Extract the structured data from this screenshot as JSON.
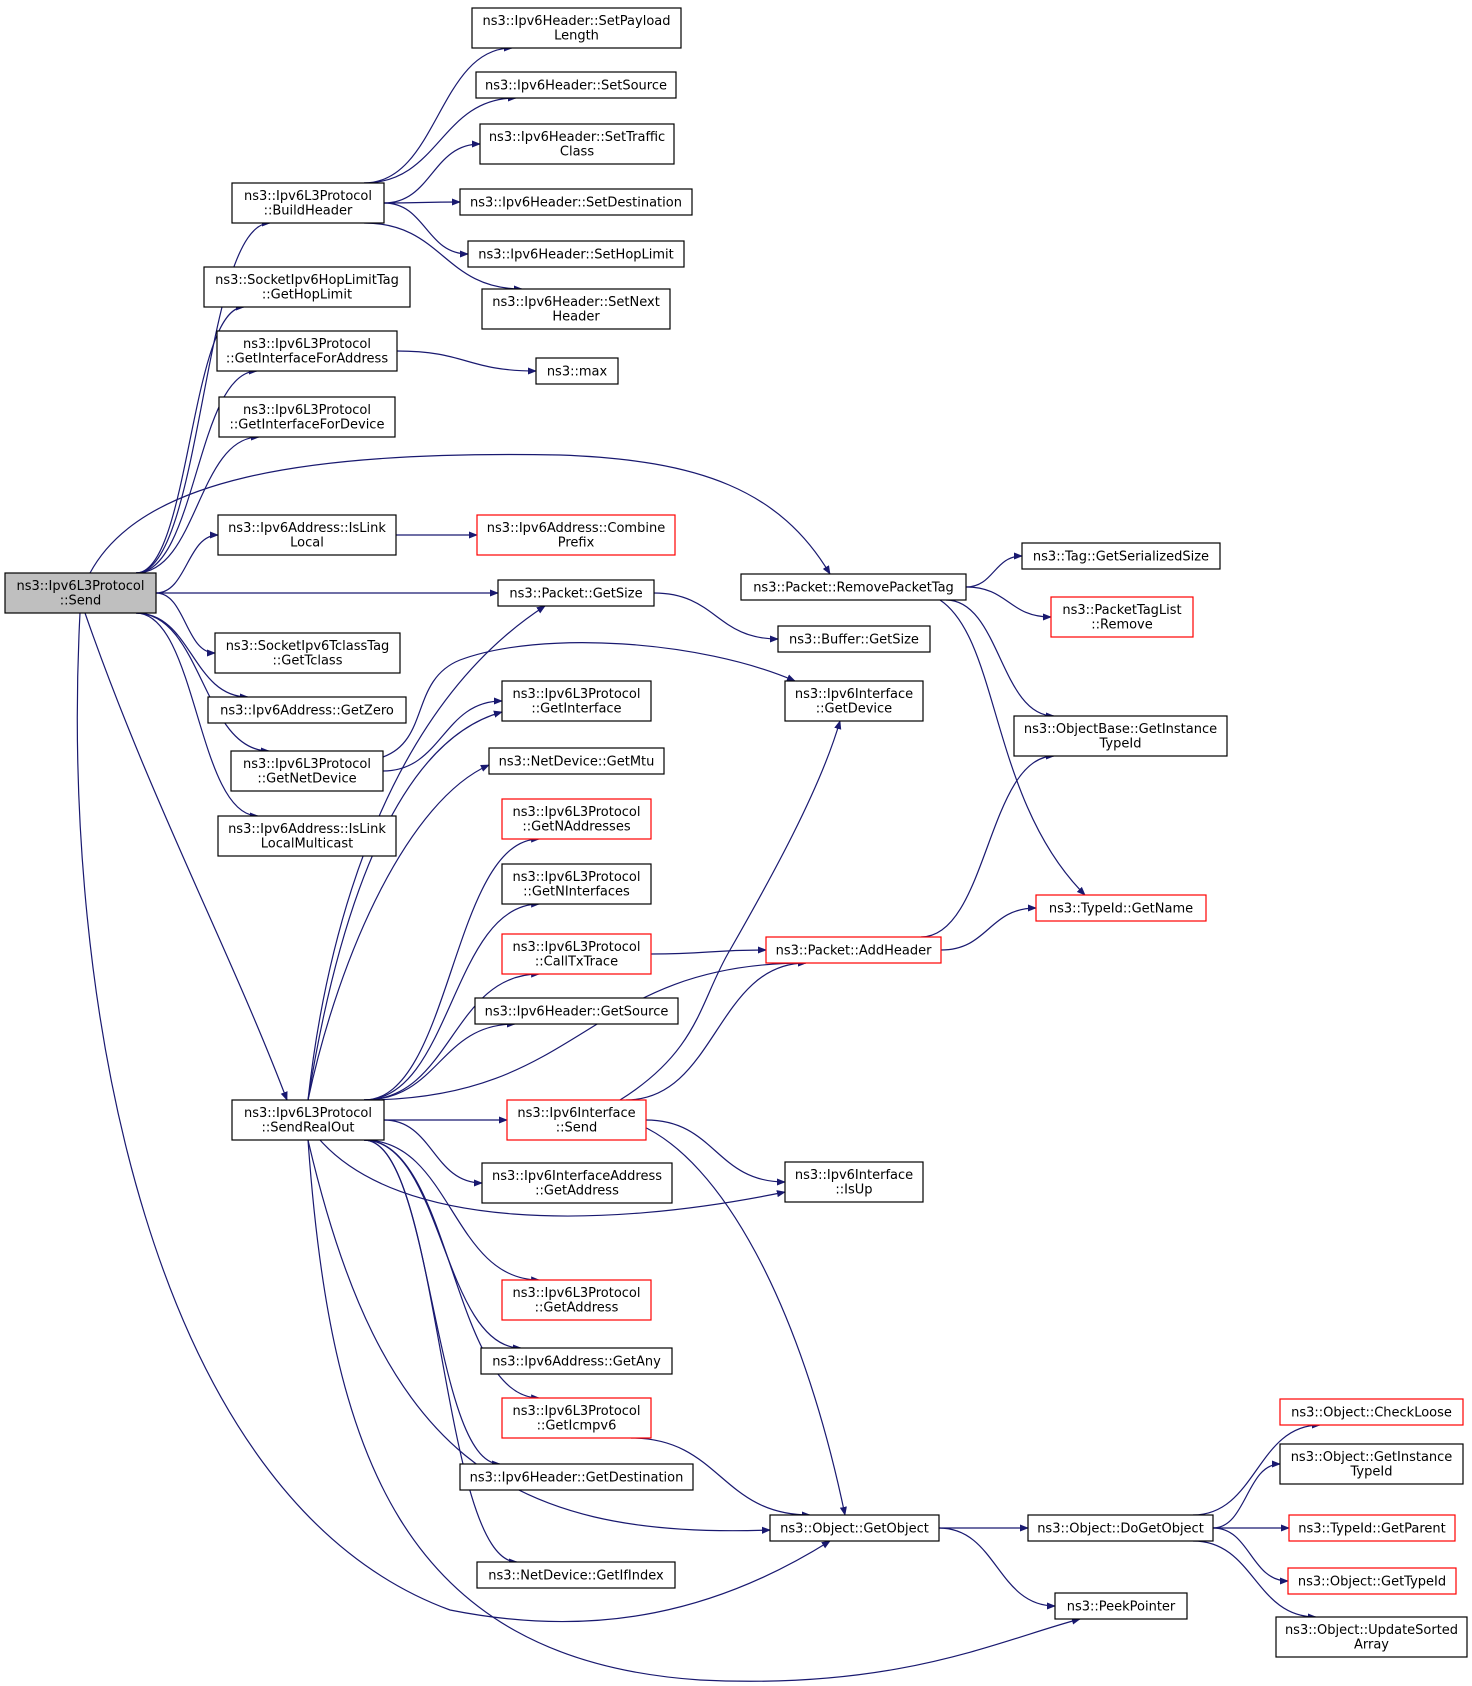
{
  "colors": {
    "edge": "#191970",
    "node_border": "#000000",
    "node_border_red": "#ff0000",
    "root_fill": "#bfbfbf",
    "node_fill": "#ffffff"
  },
  "nodes": [
    {
      "id": "send",
      "lines": [
        "ns3::Ipv6L3Protocol",
        "::Send"
      ],
      "style": "root"
    },
    {
      "id": "buildheader",
      "lines": [
        "ns3::Ipv6L3Protocol",
        "::BuildHeader"
      ],
      "style": "black"
    },
    {
      "id": "gethoplimit",
      "lines": [
        "ns3::SocketIpv6HopLimitTag",
        "::GetHopLimit"
      ],
      "style": "black"
    },
    {
      "id": "getifaddr",
      "lines": [
        "ns3::Ipv6L3Protocol",
        "::GetInterfaceForAddress"
      ],
      "style": "black"
    },
    {
      "id": "getifdev",
      "lines": [
        "ns3::Ipv6L3Protocol",
        "::GetInterfaceForDevice"
      ],
      "style": "black"
    },
    {
      "id": "islinklocal",
      "lines": [
        "ns3::Ipv6Address::IsLink",
        "Local"
      ],
      "style": "black"
    },
    {
      "id": "gettclass",
      "lines": [
        "ns3::SocketIpv6TclassTag",
        "::GetTclass"
      ],
      "style": "black"
    },
    {
      "id": "getzero",
      "lines": [
        "ns3::Ipv6Address::GetZero"
      ],
      "style": "black"
    },
    {
      "id": "getnetdevice",
      "lines": [
        "ns3::Ipv6L3Protocol",
        "::GetNetDevice"
      ],
      "style": "black"
    },
    {
      "id": "islinklocalmc",
      "lines": [
        "ns3::Ipv6Address::IsLink",
        "LocalMulticast"
      ],
      "style": "black"
    },
    {
      "id": "sendrealout",
      "lines": [
        "ns3::Ipv6L3Protocol",
        "::SendRealOut"
      ],
      "style": "black"
    },
    {
      "id": "setpayload",
      "lines": [
        "ns3::Ipv6Header::SetPayload",
        "Length"
      ],
      "style": "black"
    },
    {
      "id": "setsource",
      "lines": [
        "ns3::Ipv6Header::SetSource"
      ],
      "style": "black"
    },
    {
      "id": "settraffic",
      "lines": [
        "ns3::Ipv6Header::SetTraffic",
        "Class"
      ],
      "style": "black"
    },
    {
      "id": "setdest",
      "lines": [
        "ns3::Ipv6Header::SetDestination"
      ],
      "style": "black"
    },
    {
      "id": "sethoplimit",
      "lines": [
        "ns3::Ipv6Header::SetHopLimit"
      ],
      "style": "black"
    },
    {
      "id": "setnext",
      "lines": [
        "ns3::Ipv6Header::SetNext",
        "Header"
      ],
      "style": "black"
    },
    {
      "id": "max",
      "lines": [
        "ns3::max"
      ],
      "style": "black"
    },
    {
      "id": "combineprefix",
      "lines": [
        "ns3::Ipv6Address::Combine",
        "Prefix"
      ],
      "style": "red"
    },
    {
      "id": "getsize",
      "lines": [
        "ns3::Packet::GetSize"
      ],
      "style": "black"
    },
    {
      "id": "getinterface",
      "lines": [
        "ns3::Ipv6L3Protocol",
        "::GetInterface"
      ],
      "style": "black"
    },
    {
      "id": "getmtu",
      "lines": [
        "ns3::NetDevice::GetMtu"
      ],
      "style": "black"
    },
    {
      "id": "getnaddr",
      "lines": [
        "ns3::Ipv6L3Protocol",
        "::GetNAddresses"
      ],
      "style": "red"
    },
    {
      "id": "getnif",
      "lines": [
        "ns3::Ipv6L3Protocol",
        "::GetNInterfaces"
      ],
      "style": "black"
    },
    {
      "id": "calltxtrace",
      "lines": [
        "ns3::Ipv6L3Protocol",
        "::CallTxTrace"
      ],
      "style": "red"
    },
    {
      "id": "getsource",
      "lines": [
        "ns3::Ipv6Header::GetSource"
      ],
      "style": "black"
    },
    {
      "id": "ifsend",
      "lines": [
        "ns3::Ipv6Interface",
        "::Send"
      ],
      "style": "red"
    },
    {
      "id": "ifaddrget",
      "lines": [
        "ns3::Ipv6InterfaceAddress",
        "::GetAddress"
      ],
      "style": "black"
    },
    {
      "id": "getaddress",
      "lines": [
        "ns3::Ipv6L3Protocol",
        "::GetAddress"
      ],
      "style": "red"
    },
    {
      "id": "getany",
      "lines": [
        "ns3::Ipv6Address::GetAny"
      ],
      "style": "black"
    },
    {
      "id": "geticmpv6",
      "lines": [
        "ns3::Ipv6L3Protocol",
        "::GetIcmpv6"
      ],
      "style": "red"
    },
    {
      "id": "getdestination",
      "lines": [
        "ns3::Ipv6Header::GetDestination"
      ],
      "style": "black"
    },
    {
      "id": "getifindex",
      "lines": [
        "ns3::NetDevice::GetIfIndex"
      ],
      "style": "black"
    },
    {
      "id": "removetag",
      "lines": [
        "ns3::Packet::RemovePacketTag"
      ],
      "style": "black"
    },
    {
      "id": "buffergetsize",
      "lines": [
        "ns3::Buffer::GetSize"
      ],
      "style": "black"
    },
    {
      "id": "ifgetdevice",
      "lines": [
        "ns3::Ipv6Interface",
        "::GetDevice"
      ],
      "style": "black"
    },
    {
      "id": "addheader",
      "lines": [
        "ns3::Packet::AddHeader"
      ],
      "style": "red"
    },
    {
      "id": "isup",
      "lines": [
        "ns3::Ipv6Interface",
        "::IsUp"
      ],
      "style": "black"
    },
    {
      "id": "getobject",
      "lines": [
        "ns3::Object::GetObject"
      ],
      "style": "black"
    },
    {
      "id": "tagsersize",
      "lines": [
        "ns3::Tag::GetSerializedSize"
      ],
      "style": "black"
    },
    {
      "id": "taglistremove",
      "lines": [
        "ns3::PacketTagList",
        "::Remove"
      ],
      "style": "red"
    },
    {
      "id": "objbasegetinst",
      "lines": [
        "ns3::ObjectBase::GetInstance",
        "TypeId"
      ],
      "style": "black"
    },
    {
      "id": "typeidgetname",
      "lines": [
        "ns3::TypeId::GetName"
      ],
      "style": "red"
    },
    {
      "id": "dogetobject",
      "lines": [
        "ns3::Object::DoGetObject"
      ],
      "style": "black"
    },
    {
      "id": "peekpointer",
      "lines": [
        "ns3::PeekPointer"
      ],
      "style": "black"
    },
    {
      "id": "checkloose",
      "lines": [
        "ns3::Object::CheckLoose"
      ],
      "style": "red"
    },
    {
      "id": "objgetinst",
      "lines": [
        "ns3::Object::GetInstance",
        "TypeId"
      ],
      "style": "black"
    },
    {
      "id": "typeidgetparent",
      "lines": [
        "ns3::TypeId::GetParent"
      ],
      "style": "red"
    },
    {
      "id": "objgettypeid",
      "lines": [
        "ns3::Object::GetTypeId"
      ],
      "style": "red"
    },
    {
      "id": "updatesorted",
      "lines": [
        "ns3::Object::UpdateSorted",
        "Array"
      ],
      "style": "black"
    }
  ],
  "edges": [
    [
      "send",
      "buildheader"
    ],
    [
      "send",
      "gethoplimit"
    ],
    [
      "send",
      "getifaddr"
    ],
    [
      "send",
      "getifdev"
    ],
    [
      "send",
      "removetag"
    ],
    [
      "send",
      "islinklocal"
    ],
    [
      "send",
      "getsize"
    ],
    [
      "send",
      "gettclass"
    ],
    [
      "send",
      "getzero"
    ],
    [
      "send",
      "getnetdevice"
    ],
    [
      "send",
      "islinklocalmc"
    ],
    [
      "send",
      "sendrealout"
    ],
    [
      "send",
      "getobject"
    ],
    [
      "buildheader",
      "setpayload"
    ],
    [
      "buildheader",
      "setsource"
    ],
    [
      "buildheader",
      "settraffic"
    ],
    [
      "buildheader",
      "setdest"
    ],
    [
      "buildheader",
      "sethoplimit"
    ],
    [
      "buildheader",
      "setnext"
    ],
    [
      "getifaddr",
      "max"
    ],
    [
      "islinklocal",
      "combineprefix"
    ],
    [
      "getnetdevice",
      "getinterface"
    ],
    [
      "getnetdevice",
      "ifgetdevice"
    ],
    [
      "getsize",
      "buffergetsize"
    ],
    [
      "removetag",
      "tagsersize"
    ],
    [
      "removetag",
      "taglistremove"
    ],
    [
      "removetag",
      "objbasegetinst"
    ],
    [
      "removetag",
      "typeidgetname"
    ],
    [
      "sendrealout",
      "getsize"
    ],
    [
      "sendrealout",
      "getinterface"
    ],
    [
      "sendrealout",
      "getmtu"
    ],
    [
      "sendrealout",
      "getnaddr"
    ],
    [
      "sendrealout",
      "getnif"
    ],
    [
      "sendrealout",
      "calltxtrace"
    ],
    [
      "sendrealout",
      "getsource"
    ],
    [
      "sendrealout",
      "addheader"
    ],
    [
      "sendrealout",
      "ifsend"
    ],
    [
      "sendrealout",
      "ifaddrget"
    ],
    [
      "sendrealout",
      "isup"
    ],
    [
      "sendrealout",
      "getaddress"
    ],
    [
      "sendrealout",
      "getany"
    ],
    [
      "sendrealout",
      "geticmpv6"
    ],
    [
      "sendrealout",
      "getdestination"
    ],
    [
      "sendrealout",
      "getobject"
    ],
    [
      "sendrealout",
      "getifindex"
    ],
    [
      "sendrealout",
      "peekpointer"
    ],
    [
      "calltxtrace",
      "addheader"
    ],
    [
      "ifsend",
      "ifgetdevice"
    ],
    [
      "ifsend",
      "addheader"
    ],
    [
      "ifsend",
      "isup"
    ],
    [
      "ifsend",
      "getobject"
    ],
    [
      "addheader",
      "objbasegetinst"
    ],
    [
      "addheader",
      "typeidgetname"
    ],
    [
      "geticmpv6",
      "getobject"
    ],
    [
      "getobject",
      "dogetobject"
    ],
    [
      "getobject",
      "peekpointer"
    ],
    [
      "dogetobject",
      "checkloose"
    ],
    [
      "dogetobject",
      "objgetinst"
    ],
    [
      "dogetobject",
      "typeidgetparent"
    ],
    [
      "dogetobject",
      "objgettypeid"
    ],
    [
      "dogetobject",
      "updatesorted"
    ]
  ]
}
